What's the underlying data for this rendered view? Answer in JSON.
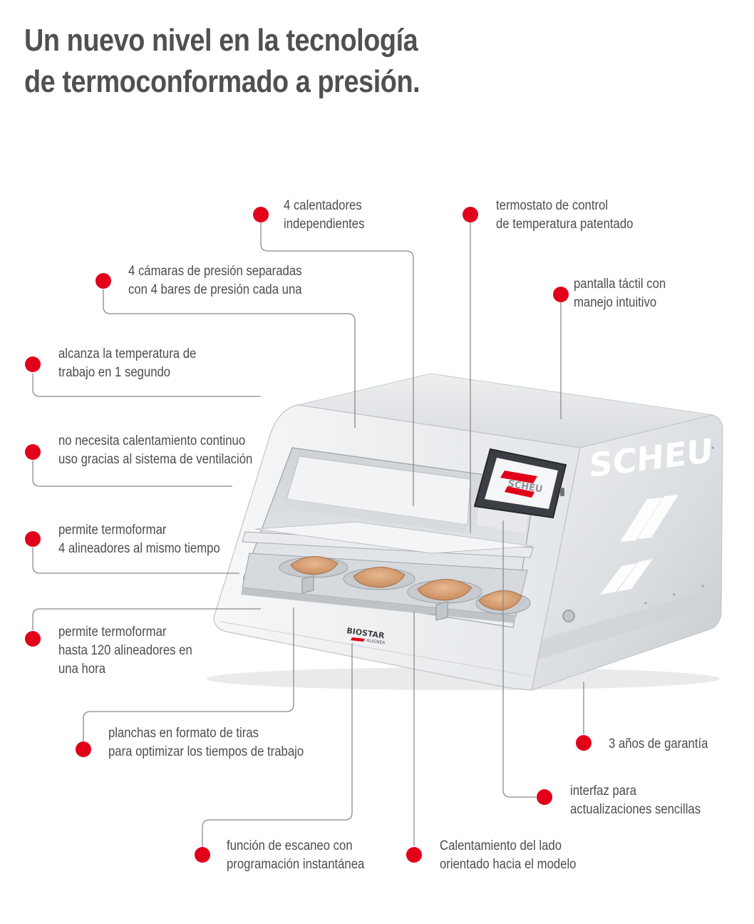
{
  "title": {
    "line1": "Un nuevo nivel en la tecnología",
    "line2": "de termoconformado a presión."
  },
  "colors": {
    "accent": "#e2001a",
    "leader": "#8a8a8a",
    "text": "#4d4d4d",
    "device_body": "#e4e6e9"
  },
  "device": {
    "brand": "SCHEU",
    "screen_brand": "SCHEU",
    "model_name": "BIOSTAR",
    "model_sub": "ALIGNER"
  },
  "callouts": [
    {
      "id": "heaters",
      "lines": [
        "4 calentadores",
        "independientes"
      ]
    },
    {
      "id": "thermostat",
      "lines": [
        "termostato de control",
        "de temperatura patentado"
      ]
    },
    {
      "id": "pressure",
      "lines": [
        "4 cámaras de presión separadas",
        "con 4 bares de presión cada una"
      ]
    },
    {
      "id": "touchscreen",
      "lines": [
        "pantalla táctil con",
        "manejo intuitivo"
      ]
    },
    {
      "id": "temperature",
      "lines": [
        "alcanza la temperatura de",
        "trabajo en 1 segundo"
      ]
    },
    {
      "id": "ventilation",
      "lines": [
        "no necesita calentamiento continuo",
        "uso gracias al sistema de ventilación"
      ]
    },
    {
      "id": "four-aligners",
      "lines": [
        "permite termoformar",
        "4 alineadores al mismo tiempo"
      ]
    },
    {
      "id": "capacity",
      "lines": [
        "permite termoformar",
        "hasta 120 alineadores en",
        "una hora"
      ]
    },
    {
      "id": "strips",
      "lines": [
        "planchas en formato de tiras",
        "para optimizar los tiempos de trabajo"
      ]
    },
    {
      "id": "warranty",
      "lines": [
        "3 años de garantía"
      ]
    },
    {
      "id": "interface",
      "lines": [
        "interfaz para",
        "actualizaciones sencillas"
      ]
    },
    {
      "id": "scan",
      "lines": [
        "función de escaneo con",
        "programación instantánea"
      ]
    },
    {
      "id": "model-side",
      "lines": [
        "Calentamiento del lado",
        "orientado hacia el modelo"
      ]
    }
  ]
}
